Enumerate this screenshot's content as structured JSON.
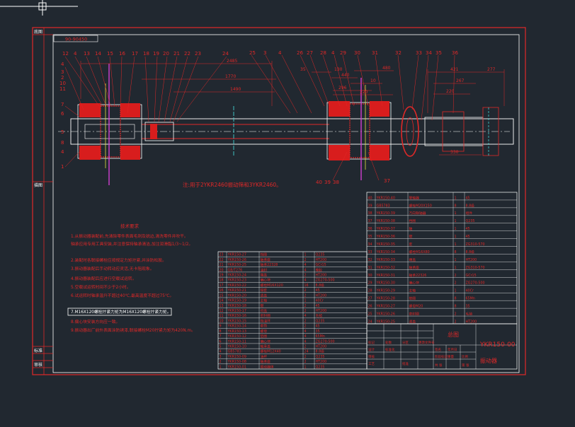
{
  "drawing": {
    "code_box": "90-90450",
    "note_line": "注:用于2YKR2460振动筛和3YKR2460。",
    "title_main": "总图",
    "drawing_code": "YKR150-00",
    "drawing_name": "振动器"
  },
  "callouts_top": [
    "12",
    "4",
    "13",
    "14",
    "15",
    "16",
    "17",
    "18",
    "19",
    "20",
    "21",
    "22",
    "23",
    "24",
    "25",
    "3",
    "4",
    "26",
    "27",
    "28",
    "4",
    "29",
    "30",
    "31",
    "32",
    "33",
    "34",
    "35",
    "36"
  ],
  "callouts_left": [
    "4",
    "3",
    "2",
    "10",
    "11",
    "7",
    "6",
    "5",
    "8",
    "4",
    "1"
  ],
  "callouts_bottom": [
    "40",
    "39",
    "38",
    "37"
  ],
  "dimensions": [
    "2485",
    "1770",
    "1490",
    "35",
    "440",
    "130",
    "480",
    "10",
    "296",
    "220",
    "421",
    "277",
    "267",
    "220",
    "330"
  ],
  "left_column_labels": [
    "底图",
    "描图",
    "标准",
    "审核"
  ],
  "tech_requirements": {
    "title": "技术要求",
    "lines": [
      "1.从振动器装配前,先清除零件表面毛刺及锐边,清洗零件并吹干。",
      "  轴承应用专用工具安装,并注意保持轴承清洁,加注润滑脂1/3~1/2。",
      "2.装配时各联接螺栓应按规定力矩拧紧,并涂防松胶。",
      "3.振动器装配后手动转动应灵活,无卡阻现象。",
      "4.振动器装配后应进行空载试运转。",
      "5.空载试运转时间不少于2小时。",
      "6.试运转时轴承温升不超过40℃,最高温度不超过75℃。",
      "7.M16X120螺栓拧紧力矩为M16X120螺栓拧紧力矩。",
      "8.偏心块安装方向应一致。",
      "9.振动器出厂前外表面涂防锈漆,联接螺栓M20拧紧力矩为420N.m。"
    ]
  },
  "parts_table_left": {
    "rows": [
      [
        "23",
        "YKR150-27",
        "挡圈",
        "1",
        "Q235"
      ],
      [
        "22",
        "YKR150-26",
        "轴承座",
        "2",
        "HT200"
      ],
      [
        "21",
        "YKR150-25",
        "轴承22328",
        "4",
        "GCr15"
      ],
      [
        "20",
        "GB/T276",
        "油封",
        "4",
        "橡胶"
      ],
      [
        "19",
        "YKR150-24",
        "端盖",
        "2",
        "HT200"
      ],
      [
        "18",
        "YKR150-23",
        "偏心块",
        "4",
        "ZG270-500"
      ],
      [
        "17",
        "YKR150-22",
        "螺栓M16X120",
        "16",
        "8.8级"
      ],
      [
        "16",
        "YKR150-21",
        "隔套",
        "2",
        "45"
      ],
      [
        "15",
        "YKR150-20",
        "透盖",
        "2",
        "HT200"
      ],
      [
        "14",
        "YKR150-19",
        "主轴",
        "1",
        "40Cr"
      ],
      [
        "13",
        "YKR150-18",
        "键",
        "2",
        "45"
      ],
      [
        "12",
        "YKR150-17",
        "闷盖",
        "2",
        "HT200"
      ],
      [
        "11",
        "YKR150-16",
        "密封圈",
        "4",
        "毛毡"
      ],
      [
        "10",
        "YKR150-15",
        "挡油环",
        "2",
        "Q235"
      ],
      [
        "9",
        "YKR150-14",
        "套筒",
        "2",
        "45"
      ],
      [
        "8",
        "YKR150-13",
        "螺母",
        "4",
        "35"
      ],
      [
        "7",
        "YKR150-12",
        "垫圈",
        "4",
        "65Mn"
      ],
      [
        "6",
        "YKR150-11",
        "偏心块",
        "4",
        "ZG270-500"
      ],
      [
        "5",
        "YKR150-10",
        "轴承盖",
        "2",
        "HT200"
      ],
      [
        "4",
        "GB5783",
        "螺栓M12X40",
        "24",
        "8.8级"
      ],
      [
        "3",
        "YKR150-09",
        "油杯",
        "2",
        "Q235"
      ],
      [
        "2",
        "YKR150-08",
        "轴承座",
        "2",
        "HT200"
      ],
      [
        "1",
        "YKR150-01",
        "振动器体",
        "1",
        "Q235"
      ]
    ]
  },
  "parts_table_right": {
    "rows": [
      [
        "40",
        "YKR150-40",
        "联轴器",
        "1",
        "45"
      ],
      [
        "39",
        "GB5783",
        "螺栓M20X150",
        "8",
        "8.8级"
      ],
      [
        "38",
        "YKR150-39",
        "万向联轴器",
        "1",
        "组件"
      ],
      [
        "37",
        "YKR150-38",
        "挡圈",
        "1",
        "Q235"
      ],
      [
        "36",
        "YKR150-37",
        "轴",
        "1",
        "45"
      ],
      [
        "35",
        "YKR150-36",
        "键",
        "1",
        "45"
      ],
      [
        "34",
        "YKR150-35",
        "套",
        "1",
        "ZG310-570"
      ],
      [
        "33",
        "YKR150-34",
        "螺栓M16X80",
        "8",
        "8.8级"
      ],
      [
        "32",
        "YKR150-33",
        "端盖",
        "1",
        "HT200"
      ],
      [
        "31",
        "YKR150-32",
        "轴承座",
        "1",
        "ZG310-570"
      ],
      [
        "30",
        "YKR150-31",
        "轴承22326",
        "2",
        "GCr15"
      ],
      [
        "29",
        "YKR150-30",
        "偏心块",
        "2",
        "ZG270-500"
      ],
      [
        "28",
        "YKR150-29",
        "主轴",
        "1",
        "40Cr"
      ],
      [
        "27",
        "YKR150-28",
        "垫圈",
        "8",
        "65Mn"
      ],
      [
        "26",
        "YKR150-27",
        "螺母M20",
        "8",
        "35"
      ],
      [
        "25",
        "YKR150-26",
        "密封圈",
        "2",
        "毛毡"
      ],
      [
        "24",
        "YKR150-25",
        "透盖",
        "2",
        "HT200"
      ]
    ]
  },
  "title_block_cells": [
    "标记",
    "处数",
    "分区",
    "更改文件号",
    "签名",
    "年月日",
    "设计",
    "标准化",
    "阶段标记",
    "重量",
    "比例",
    "审核",
    "工艺",
    "批准",
    "共 张",
    "第 张"
  ]
}
